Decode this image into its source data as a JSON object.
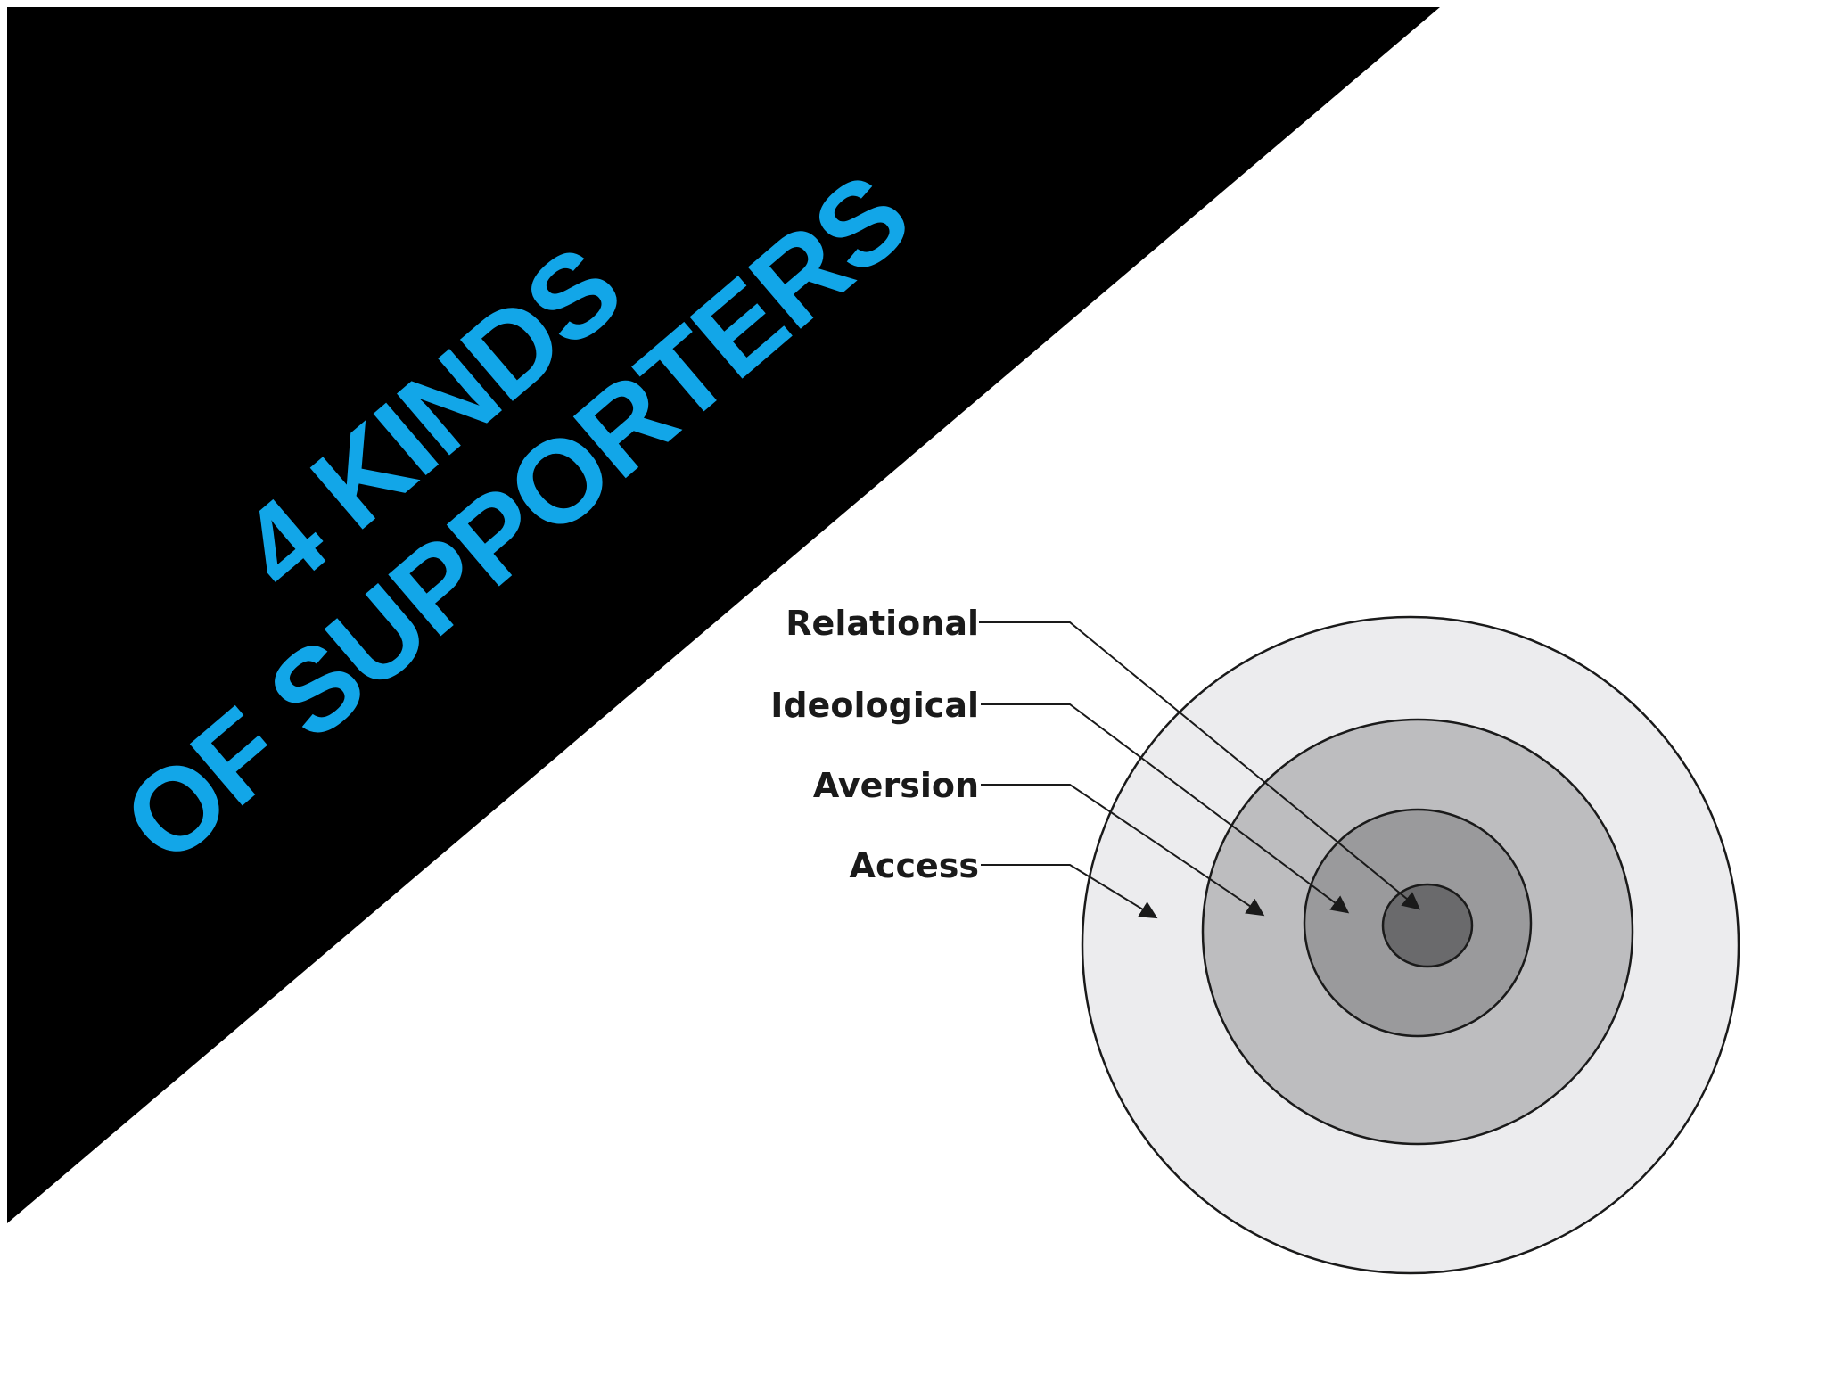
{
  "title": {
    "line1": "4 KINDS",
    "line2": "OF SUPPORTERS",
    "color": "#12a6e8"
  },
  "colors": {
    "banner": "#000000",
    "stroke": "#1a1a1a",
    "label": "#1a1a1a"
  },
  "diagram": {
    "labels": {
      "relational": "Relational",
      "ideological": "Ideological",
      "aversion": "Aversion",
      "access": "Access"
    },
    "ring_fills": {
      "access": "#ececee",
      "aversion": "#bdbdbf",
      "ideological": "#9a9a9c",
      "relational": "#6a6a6c"
    }
  }
}
